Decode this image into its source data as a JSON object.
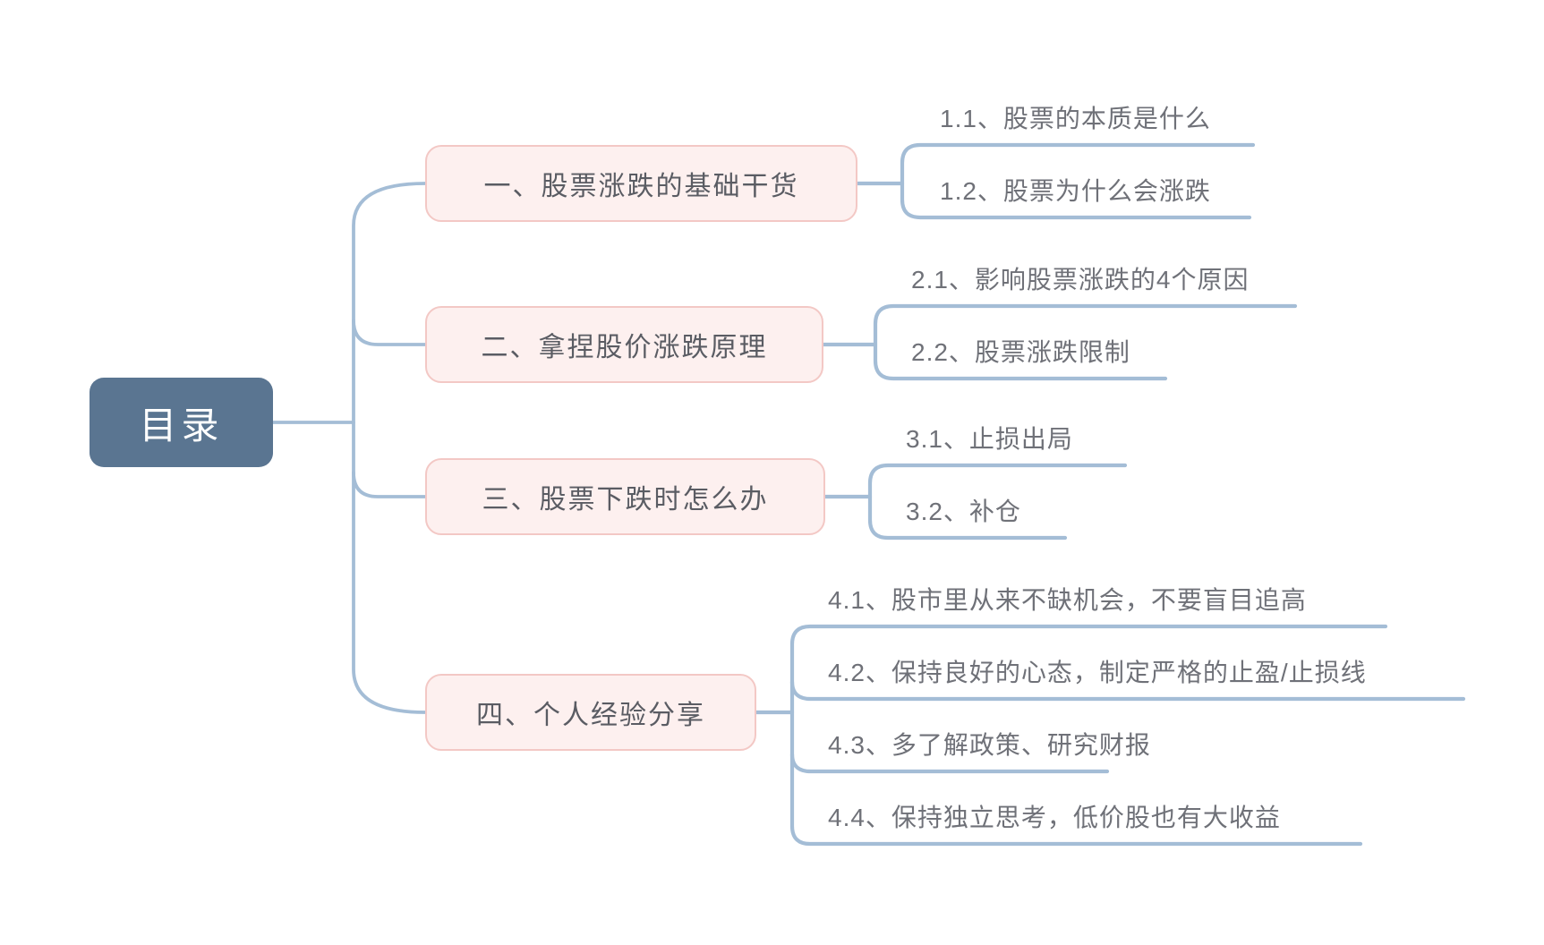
{
  "root": {
    "label": "目录"
  },
  "branches": [
    {
      "label": "一、股票涨跌的基础干货",
      "children": [
        {
          "label": "1.1、股票的本质是什么"
        },
        {
          "label": "1.2、股票为什么会涨跌"
        }
      ]
    },
    {
      "label": "二、拿捏股价涨跌原理",
      "children": [
        {
          "label": "2.1、影响股票涨跌的4个原因"
        },
        {
          "label": "2.2、股票涨跌限制"
        }
      ]
    },
    {
      "label": "三、股票下跌时怎么办",
      "children": [
        {
          "label": "3.1、止损出局"
        },
        {
          "label": "3.2、补仓"
        }
      ]
    },
    {
      "label": "四、个人经验分享",
      "children": [
        {
          "label": "4.1、股市里从来不缺机会，不要盲目追高"
        },
        {
          "label": "4.2、保持良好的心态，制定严格的止盈/止损线"
        },
        {
          "label": "4.3、多了解政策、研究财报"
        },
        {
          "label": "4.4、保持独立思考，低价股也有大收益"
        }
      ]
    }
  ],
  "colors": {
    "background": "#ffffff",
    "root_fill": "#5a7591",
    "root_text": "#ffffff",
    "branch_fill": "#fdf0ef",
    "branch_border": "#f3c8c5",
    "branch_text": "#5a5c63",
    "child_text": "#6f7178",
    "connector": "#a4bdd6"
  }
}
